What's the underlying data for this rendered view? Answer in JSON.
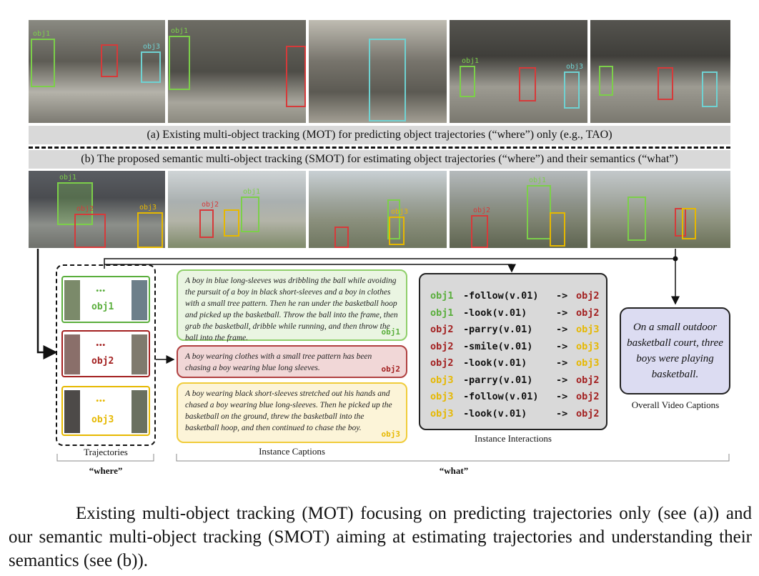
{
  "top_frames": [
    {
      "labels": [
        "obj1",
        "obj3"
      ]
    },
    {
      "labels": [
        "obj1"
      ]
    },
    {
      "labels": []
    },
    {
      "labels": [
        "obj1",
        "obj3"
      ]
    },
    {
      "labels": []
    }
  ],
  "bottom_frames": [
    {
      "labels": [
        "obj1",
        "obj2",
        "obj3"
      ]
    },
    {
      "labels": [
        "obj2",
        "obj1"
      ]
    },
    {
      "labels": [
        "obj3"
      ]
    },
    {
      "labels": [
        "obj2",
        "obj1"
      ]
    },
    {
      "labels": []
    }
  ],
  "banner_a": "(a) Existing multi-object tracking (MOT) for predicting object trajectories (“where”) only (e.g., TAO)",
  "banner_b": "(b) The proposed semantic multi-object tracking (SMOT) for estimating object trajectories (“where”) and their semantics (“what”)",
  "trajectories": [
    {
      "dots": "...",
      "name": "obj1",
      "color": "#5aae3c"
    },
    {
      "dots": "...",
      "name": "obj2",
      "color": "#a32020"
    },
    {
      "dots": "...",
      "name": "obj3",
      "color": "#e6b800"
    }
  ],
  "captions": [
    {
      "text": "A boy in blue long-sleeves was dribbling the ball while avoiding the pursuit of a boy in black short-sleeves and a boy in clothes with a small tree pattern. Then he ran under the basketball hoop and picked up the basketball. Throw the ball into the frame, then grab the basketball, dribble while running, and then throw the ball into the frame.",
      "tag": "obj1",
      "color": "#5aae3c",
      "bg": "#e8f3e0"
    },
    {
      "text": "A boy wearing clothes with a small tree pattern has been chasing a boy wearing blue long sleeves.",
      "tag": "obj2",
      "color": "#a32020",
      "bg": "#f3d9d9"
    },
    {
      "text": "A boy wearing black short-sleeves stretched out his hands and chased a boy wearing blue long-sleeves. Then he picked up the basketball on the ground, threw the basketball into the basketball hoop, and then continued to chase the boy.",
      "tag": "obj3",
      "color": "#e6b800",
      "bg": "#fbf3d6"
    }
  ],
  "interactions": [
    {
      "subj": "obj1",
      "verb": "follow(v.01)",
      "arrow": "->",
      "obj": "obj2"
    },
    {
      "subj": "obj1",
      "verb": "look(v.01)",
      "arrow": "->",
      "obj": "obj2"
    },
    {
      "subj": "obj2",
      "verb": "parry(v.01)",
      "arrow": "->",
      "obj": "obj3"
    },
    {
      "subj": "obj2",
      "verb": "smile(v.01)",
      "arrow": "->",
      "obj": "obj3"
    },
    {
      "subj": "obj2",
      "verb": "look(v.01)",
      "arrow": "->",
      "obj": "obj3"
    },
    {
      "subj": "obj3",
      "verb": "parry(v.01)",
      "arrow": "->",
      "obj": "obj2"
    },
    {
      "subj": "obj3",
      "verb": "follow(v.01)",
      "arrow": "->",
      "obj": "obj2"
    },
    {
      "subj": "obj3",
      "verb": "look(v.01)",
      "arrow": "->",
      "obj": "obj2"
    }
  ],
  "obj_colors": {
    "obj1": "#5aae3c",
    "obj2": "#a32020",
    "obj3": "#e6b800"
  },
  "overall_caption": "On a small outdoor basketball court, three boys were playing basketball.",
  "labels": {
    "trajectories": "Trajectories",
    "instance_captions": "Instance Captions",
    "instance_interactions": "Instance Interactions",
    "overall_video_captions": "Overall Video Captions",
    "where": "“where”",
    "what": "“what”"
  },
  "figure_caption": "Existing multi-object tracking (MOT) focusing on predicting trajectories only (see (a)) and our semantic multi-object tracking (SMOT) aiming at estimating trajectories and understanding their semantics (see (b))."
}
